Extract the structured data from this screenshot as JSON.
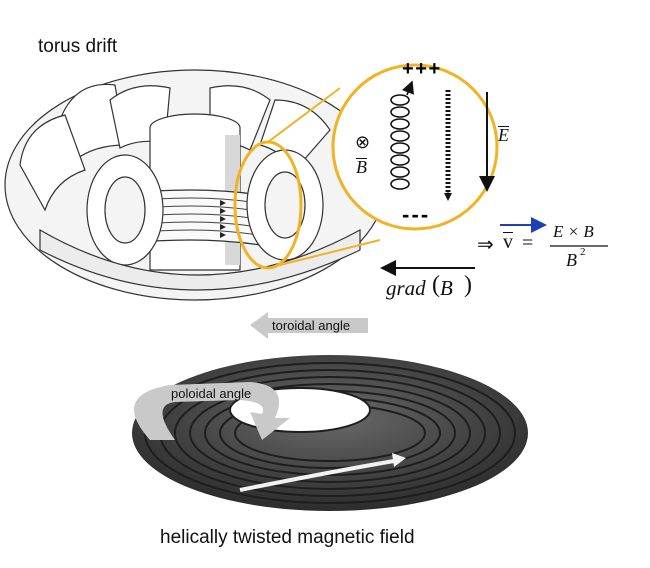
{
  "title": "torus drift",
  "caption": "helically twisted magnetic field",
  "labels": {
    "toroidal": "toroidal angle",
    "poloidal": "poloidal angle",
    "charges_top": "+ + +",
    "charges_bottom": "- - -",
    "field_sym": "⊗",
    "B": "B",
    "E": "E",
    "formula_arrow": "⇒",
    "v": "v",
    "eq": "=",
    "numerator": "E × B",
    "denominator": "B",
    "exp": "2",
    "grad": "grad",
    "gradB": "B"
  },
  "colors": {
    "circle": "#f0b323",
    "arrow_blue": "#1f3fb5",
    "gray_arrow": "#c9c9c9",
    "torus_dark": "#3f3f3f"
  }
}
